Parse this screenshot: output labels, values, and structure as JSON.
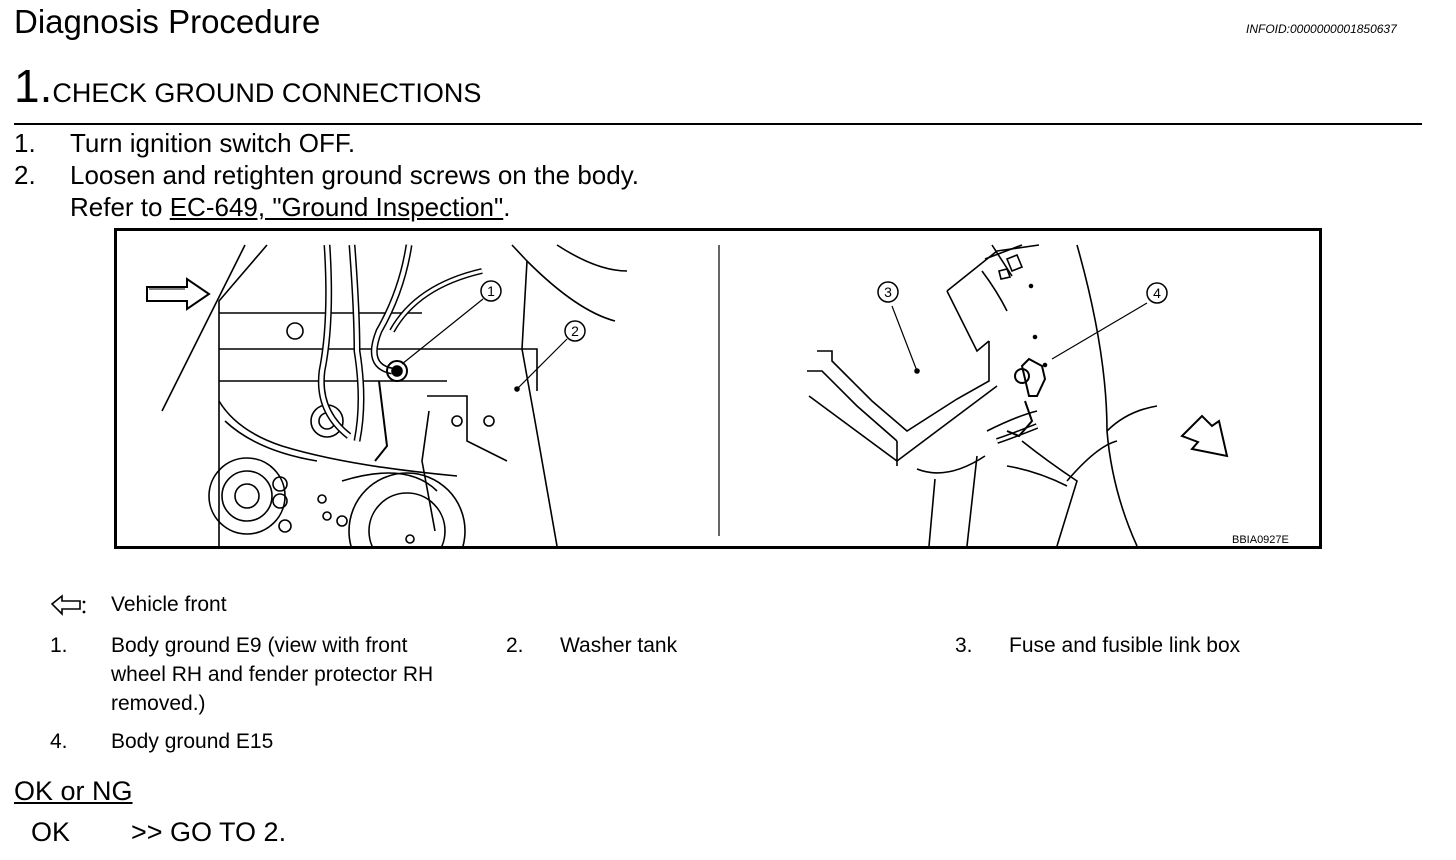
{
  "page": {
    "title": "Diagnosis Procedure",
    "info_id": "INFOID:0000000001850637"
  },
  "step": {
    "number": "1.",
    "title": "CHECK GROUND CONNECTIONS"
  },
  "instructions": [
    {
      "num": "1.",
      "text": "Turn ignition switch OFF."
    },
    {
      "num": "2.",
      "text": "Loosen and retighten ground screws on the body."
    }
  ],
  "reference": {
    "prefix": "Refer to ",
    "link": "EC-649, \"Ground Inspection\"",
    "suffix": "."
  },
  "figure": {
    "callouts": [
      "1",
      "2",
      "3",
      "4"
    ],
    "code": "BBIA0927E",
    "icons": [
      "arrow-right-icon",
      "arrow-down-right-icon"
    ]
  },
  "legend": {
    "arrow_label": "Vehicle front",
    "items": [
      {
        "num": "1.",
        "lines": [
          "Body ground E9 (view with front",
          "wheel RH and fender protector RH",
          "removed.)"
        ]
      },
      {
        "num": "2.",
        "lines": [
          "Washer tank"
        ]
      },
      {
        "num": "3.",
        "lines": [
          "Fuse and fusible link box"
        ]
      },
      {
        "num": "4.",
        "lines": [
          "Body ground E15"
        ]
      }
    ]
  },
  "result": {
    "heading": "OK or NG",
    "ok_label": "OK",
    "ok_action": ">> GO TO 2."
  }
}
